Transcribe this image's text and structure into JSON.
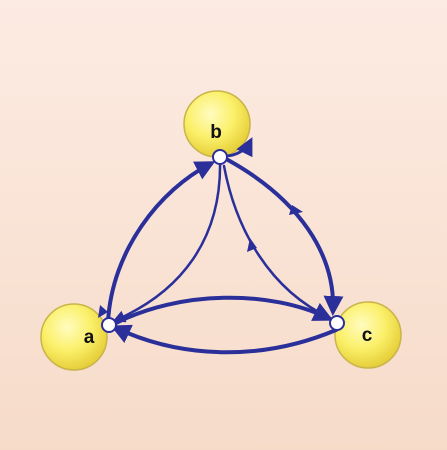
{
  "diagram": {
    "nodes": [
      {
        "id": "a",
        "label": "a"
      },
      {
        "id": "b",
        "label": "b"
      },
      {
        "id": "c",
        "label": "c"
      }
    ],
    "edges": [
      {
        "from": "a",
        "to": "b",
        "name": "edge-a-to-b"
      },
      {
        "from": "b",
        "to": "a",
        "name": "edge-b-to-a"
      },
      {
        "from": "b",
        "to": "c",
        "name": "edge-b-to-c"
      },
      {
        "from": "c",
        "to": "b",
        "name": "edge-c-to-b"
      },
      {
        "from": "a",
        "to": "c",
        "name": "edge-a-to-c"
      },
      {
        "from": "c",
        "to": "a",
        "name": "edge-c-to-a"
      },
      {
        "from": "b",
        "to": "b",
        "name": "self-loop-b"
      }
    ],
    "colors": {
      "edge": "#2b2f9a",
      "node_fill": "#fbf06a",
      "node_stroke": "#c9b44a",
      "port_fill": "#ffffff"
    }
  }
}
